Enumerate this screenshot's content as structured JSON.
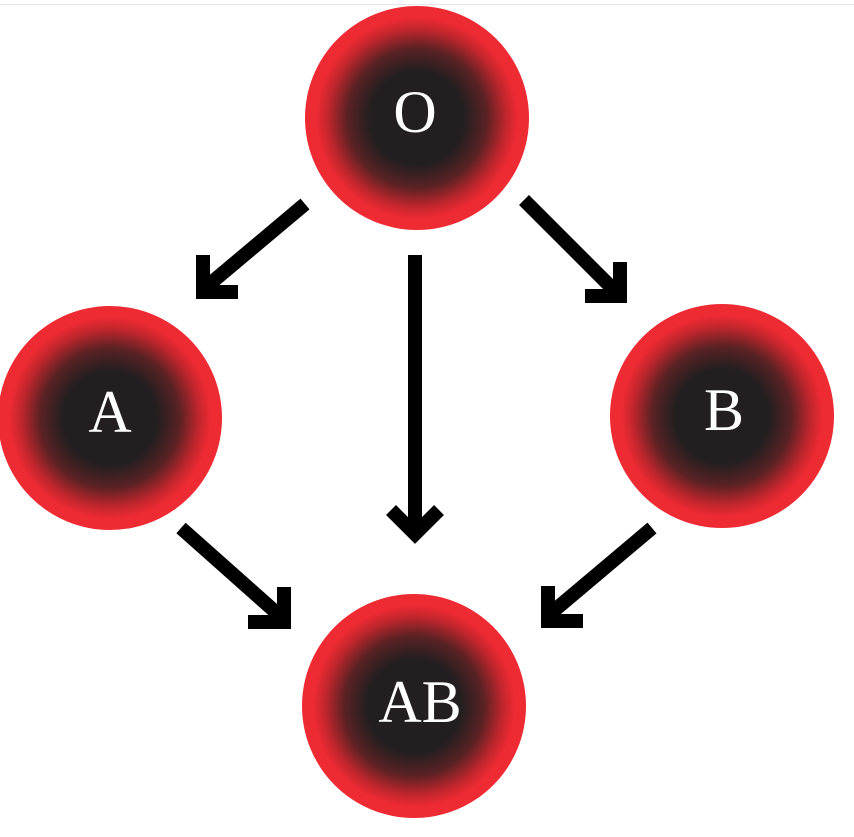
{
  "diagram": {
    "nodes": [
      {
        "id": "O",
        "label": "O"
      },
      {
        "id": "A",
        "label": "A"
      },
      {
        "id": "B",
        "label": "B"
      },
      {
        "id": "AB",
        "label": "AB"
      }
    ],
    "edges": [
      {
        "from": "O",
        "to": "A"
      },
      {
        "from": "O",
        "to": "B"
      },
      {
        "from": "O",
        "to": "AB"
      },
      {
        "from": "A",
        "to": "AB"
      },
      {
        "from": "B",
        "to": "AB"
      }
    ],
    "colors": {
      "cell_rim": "#ee2a33",
      "cell_core": "#231f20",
      "arrow": "#000000",
      "label": "#ffffff"
    }
  }
}
